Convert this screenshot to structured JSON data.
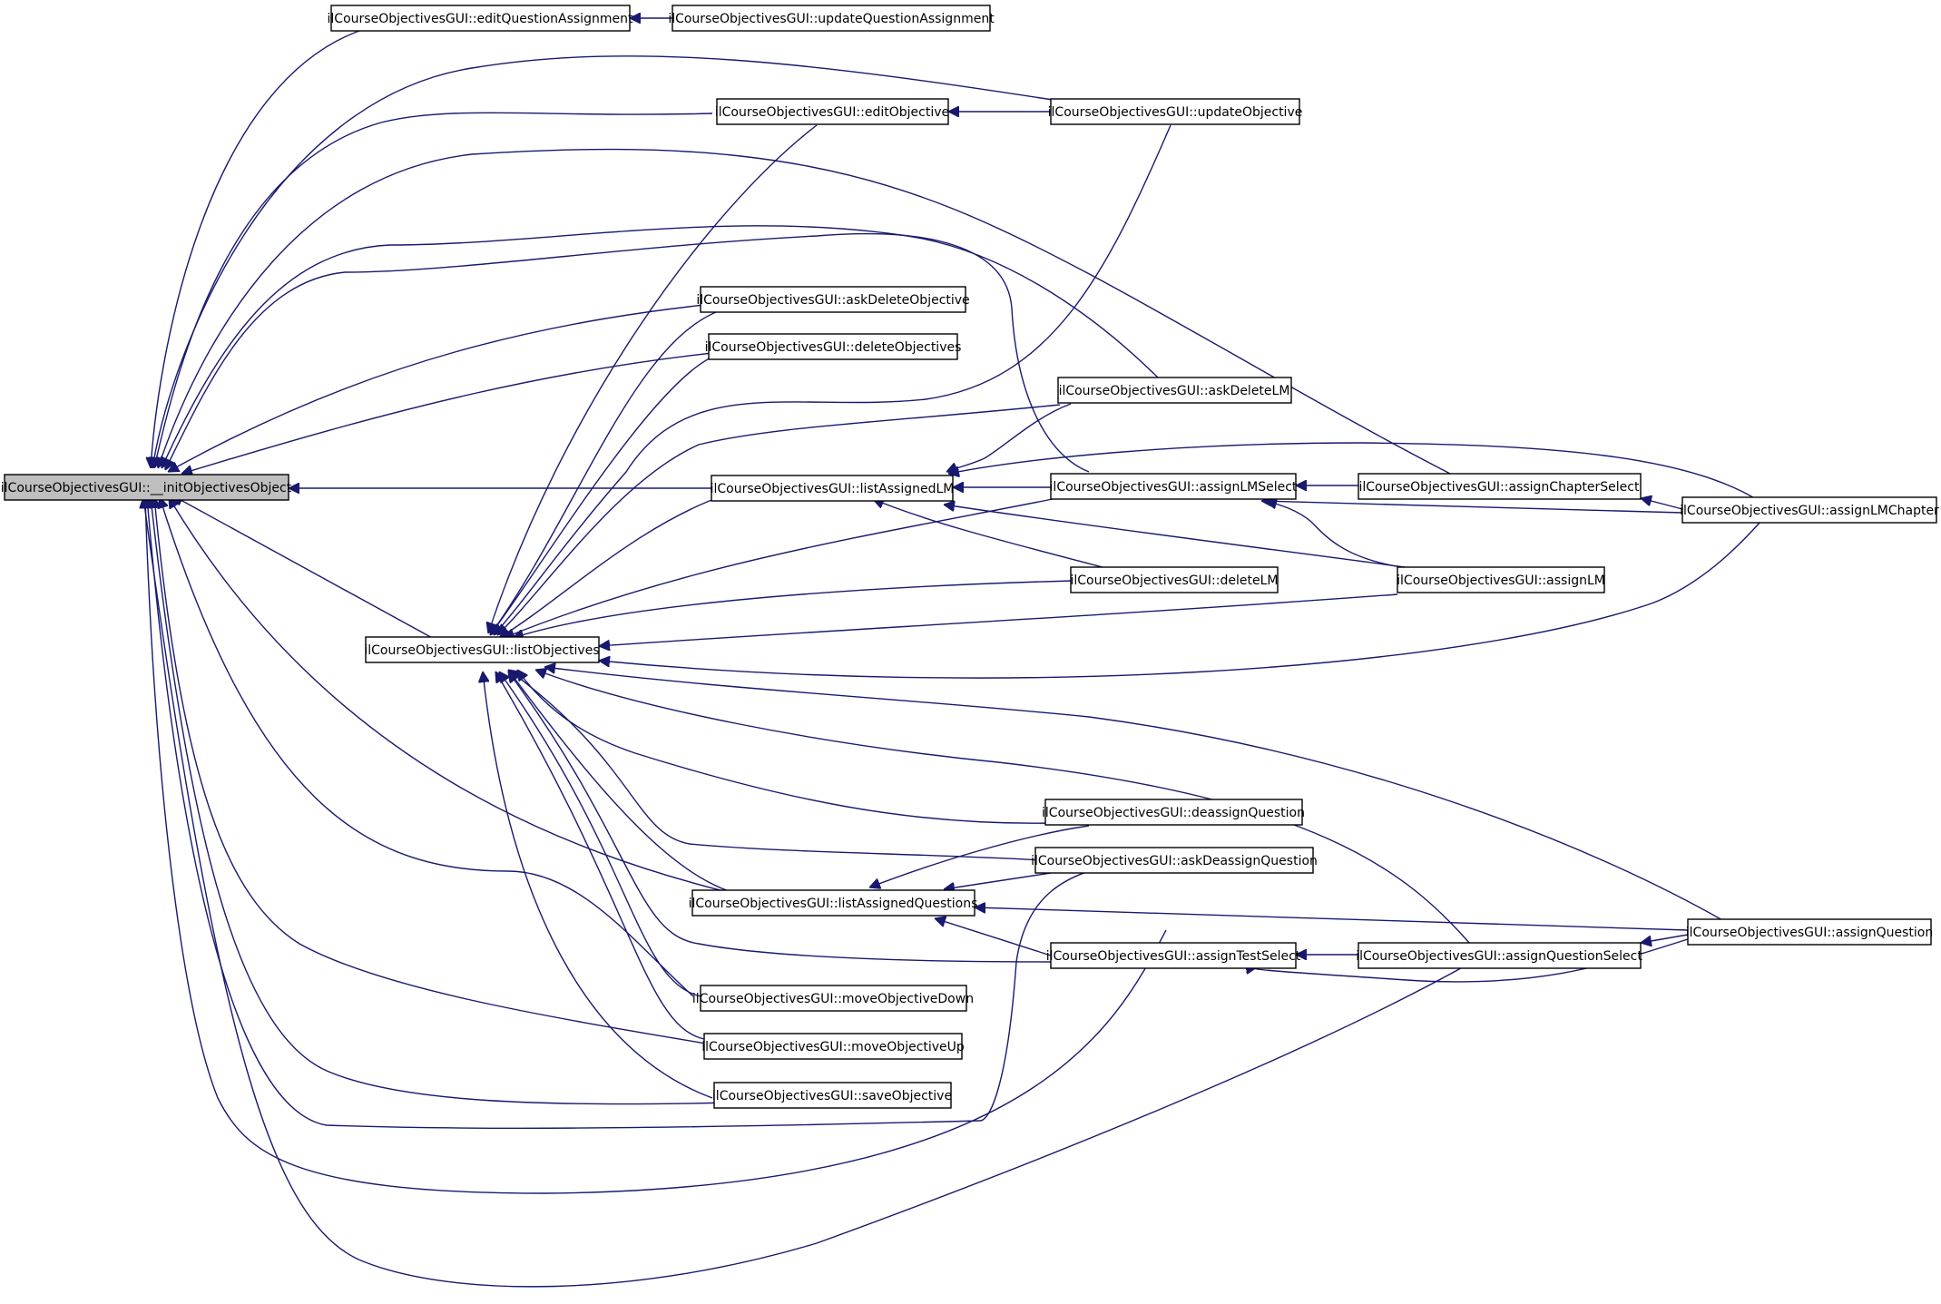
{
  "diagram": {
    "type": "call-graph",
    "nodes": [
      {
        "id": "init",
        "label": "ilCourseObjectivesGUI::__initObjectivesObject",
        "root": true
      },
      {
        "id": "editQA",
        "label": "ilCourseObjectivesGUI::editQuestionAssignment"
      },
      {
        "id": "updateQA",
        "label": "ilCourseObjectivesGUI::updateQuestionAssignment"
      },
      {
        "id": "editObj",
        "label": "ilCourseObjectivesGUI::editObjective"
      },
      {
        "id": "updateObj",
        "label": "ilCourseObjectivesGUI::updateObjective"
      },
      {
        "id": "askDelObj",
        "label": "ilCourseObjectivesGUI::askDeleteObjective"
      },
      {
        "id": "delObjs",
        "label": "ilCourseObjectivesGUI::deleteObjectives"
      },
      {
        "id": "askDelLM",
        "label": "ilCourseObjectivesGUI::askDeleteLM"
      },
      {
        "id": "listLM",
        "label": "ilCourseObjectivesGUI::listAssignedLM"
      },
      {
        "id": "assignLMSel",
        "label": "ilCourseObjectivesGUI::assignLMSelect"
      },
      {
        "id": "assignChapSel",
        "label": "ilCourseObjectivesGUI::assignChapterSelect"
      },
      {
        "id": "assignLMChap",
        "label": "ilCourseObjectivesGUI::assignLMChapter"
      },
      {
        "id": "delLM",
        "label": "ilCourseObjectivesGUI::deleteLM"
      },
      {
        "id": "assignLM",
        "label": "ilCourseObjectivesGUI::assignLM"
      },
      {
        "id": "listObj",
        "label": "ilCourseObjectivesGUI::listObjectives"
      },
      {
        "id": "deassignQ",
        "label": "ilCourseObjectivesGUI::deassignQuestion"
      },
      {
        "id": "askDeassignQ",
        "label": "ilCourseObjectivesGUI::askDeassignQuestion"
      },
      {
        "id": "listAQ",
        "label": "ilCourseObjectivesGUI::listAssignedQuestions"
      },
      {
        "id": "assignQ",
        "label": "ilCourseObjectivesGUI::assignQuestion"
      },
      {
        "id": "assignTestSel",
        "label": "ilCourseObjectivesGUI::assignTestSelect"
      },
      {
        "id": "assignQSel",
        "label": "ilCourseObjectivesGUI::assignQuestionSelect"
      },
      {
        "id": "moveDown",
        "label": "ilCourseObjectivesGUI::moveObjectiveDown"
      },
      {
        "id": "moveUp",
        "label": "ilCourseObjectivesGUI::moveObjectiveUp"
      },
      {
        "id": "saveObj",
        "label": "ilCourseObjectivesGUI::saveObjective"
      }
    ],
    "edges": [
      {
        "from": "updateQA",
        "to": "editQA"
      },
      {
        "from": "updateObj",
        "to": "editObj"
      },
      {
        "from": "assignLMSel",
        "to": "listLM"
      },
      {
        "from": "assignChapSel",
        "to": "assignLMSel"
      },
      {
        "from": "assignLMChap",
        "to": "assignChapSel"
      },
      {
        "from": "assignTestSel",
        "to": "listAQ"
      },
      {
        "from": "assignQSel",
        "to": "assignTestSel"
      },
      {
        "from": "assignQ",
        "to": "assignQSel"
      },
      {
        "from": "listLM",
        "to": "init"
      }
    ]
  }
}
